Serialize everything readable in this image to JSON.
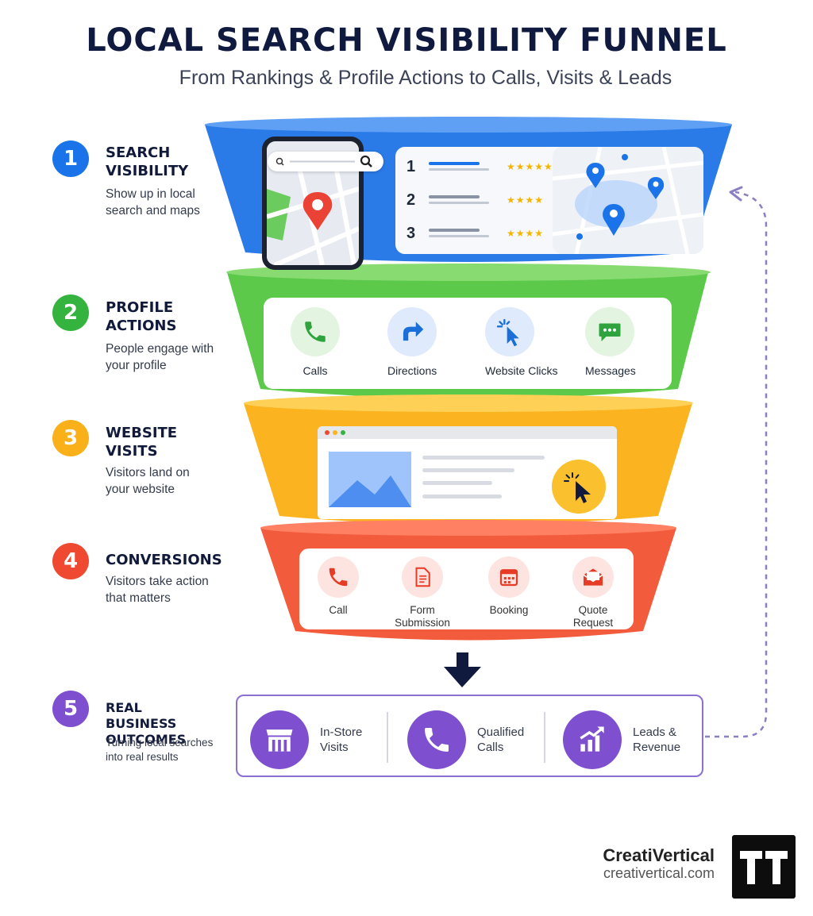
{
  "title": "LOCAL SEARCH VISIBILITY FUNNEL",
  "subtitle": "From Rankings & Profile Actions to Calls, Visits & Leads",
  "steps": [
    {
      "num": "1",
      "title": "SEARCH VISIBILITY",
      "desc": "Show up in local search and maps",
      "color": "#1a73e8"
    },
    {
      "num": "2",
      "title": "PROFILE ACTIONS",
      "desc": "People engage with your profile",
      "color": "#34b33f"
    },
    {
      "num": "3",
      "title": "WEBSITE VISITS",
      "desc": "Visitors land on your website",
      "color": "#f9b019"
    },
    {
      "num": "4",
      "title": "CONVERSIONS",
      "desc": "Visitors take action that matters",
      "color": "#ef4a31"
    },
    {
      "num": "5",
      "title": "REAL BUSINESS OUTCOMES",
      "desc": "Turning local searches into real results",
      "color": "#7e4fcf"
    }
  ],
  "rankings": [
    {
      "rank": "1",
      "stars": "★★★★★"
    },
    {
      "rank": "2",
      "stars": "★★★★"
    },
    {
      "rank": "3",
      "stars": "★★★★"
    }
  ],
  "profile_actions": [
    {
      "label": "Calls",
      "icon": "phone-icon"
    },
    {
      "label": "Directions",
      "icon": "directions-arrow-icon"
    },
    {
      "label": "Website Clicks",
      "icon": "cursor-click-icon"
    },
    {
      "label": "Messages",
      "icon": "chat-bubble-icon"
    }
  ],
  "conversions": [
    {
      "label": "Call",
      "icon": "phone-icon"
    },
    {
      "label": "Form Submission",
      "icon": "document-icon"
    },
    {
      "label": "Booking",
      "icon": "calendar-icon"
    },
    {
      "label": "Quote Request",
      "icon": "envelope-icon"
    }
  ],
  "outcomes": [
    {
      "label": "In-Store Visits",
      "icon": "storefront-icon"
    },
    {
      "label": "Qualified Calls",
      "icon": "phone-icon"
    },
    {
      "label": "Leads & Revenue",
      "icon": "growth-chart-icon"
    }
  ],
  "brand": {
    "name": "CreatiVertical",
    "url": "creativertical.com"
  },
  "colors": {
    "blue": "#1a73e8",
    "green": "#34b33f",
    "yellow": "#f9b019",
    "red": "#ef4a31",
    "purple": "#7e4fcf",
    "navy": "#101a3f"
  }
}
